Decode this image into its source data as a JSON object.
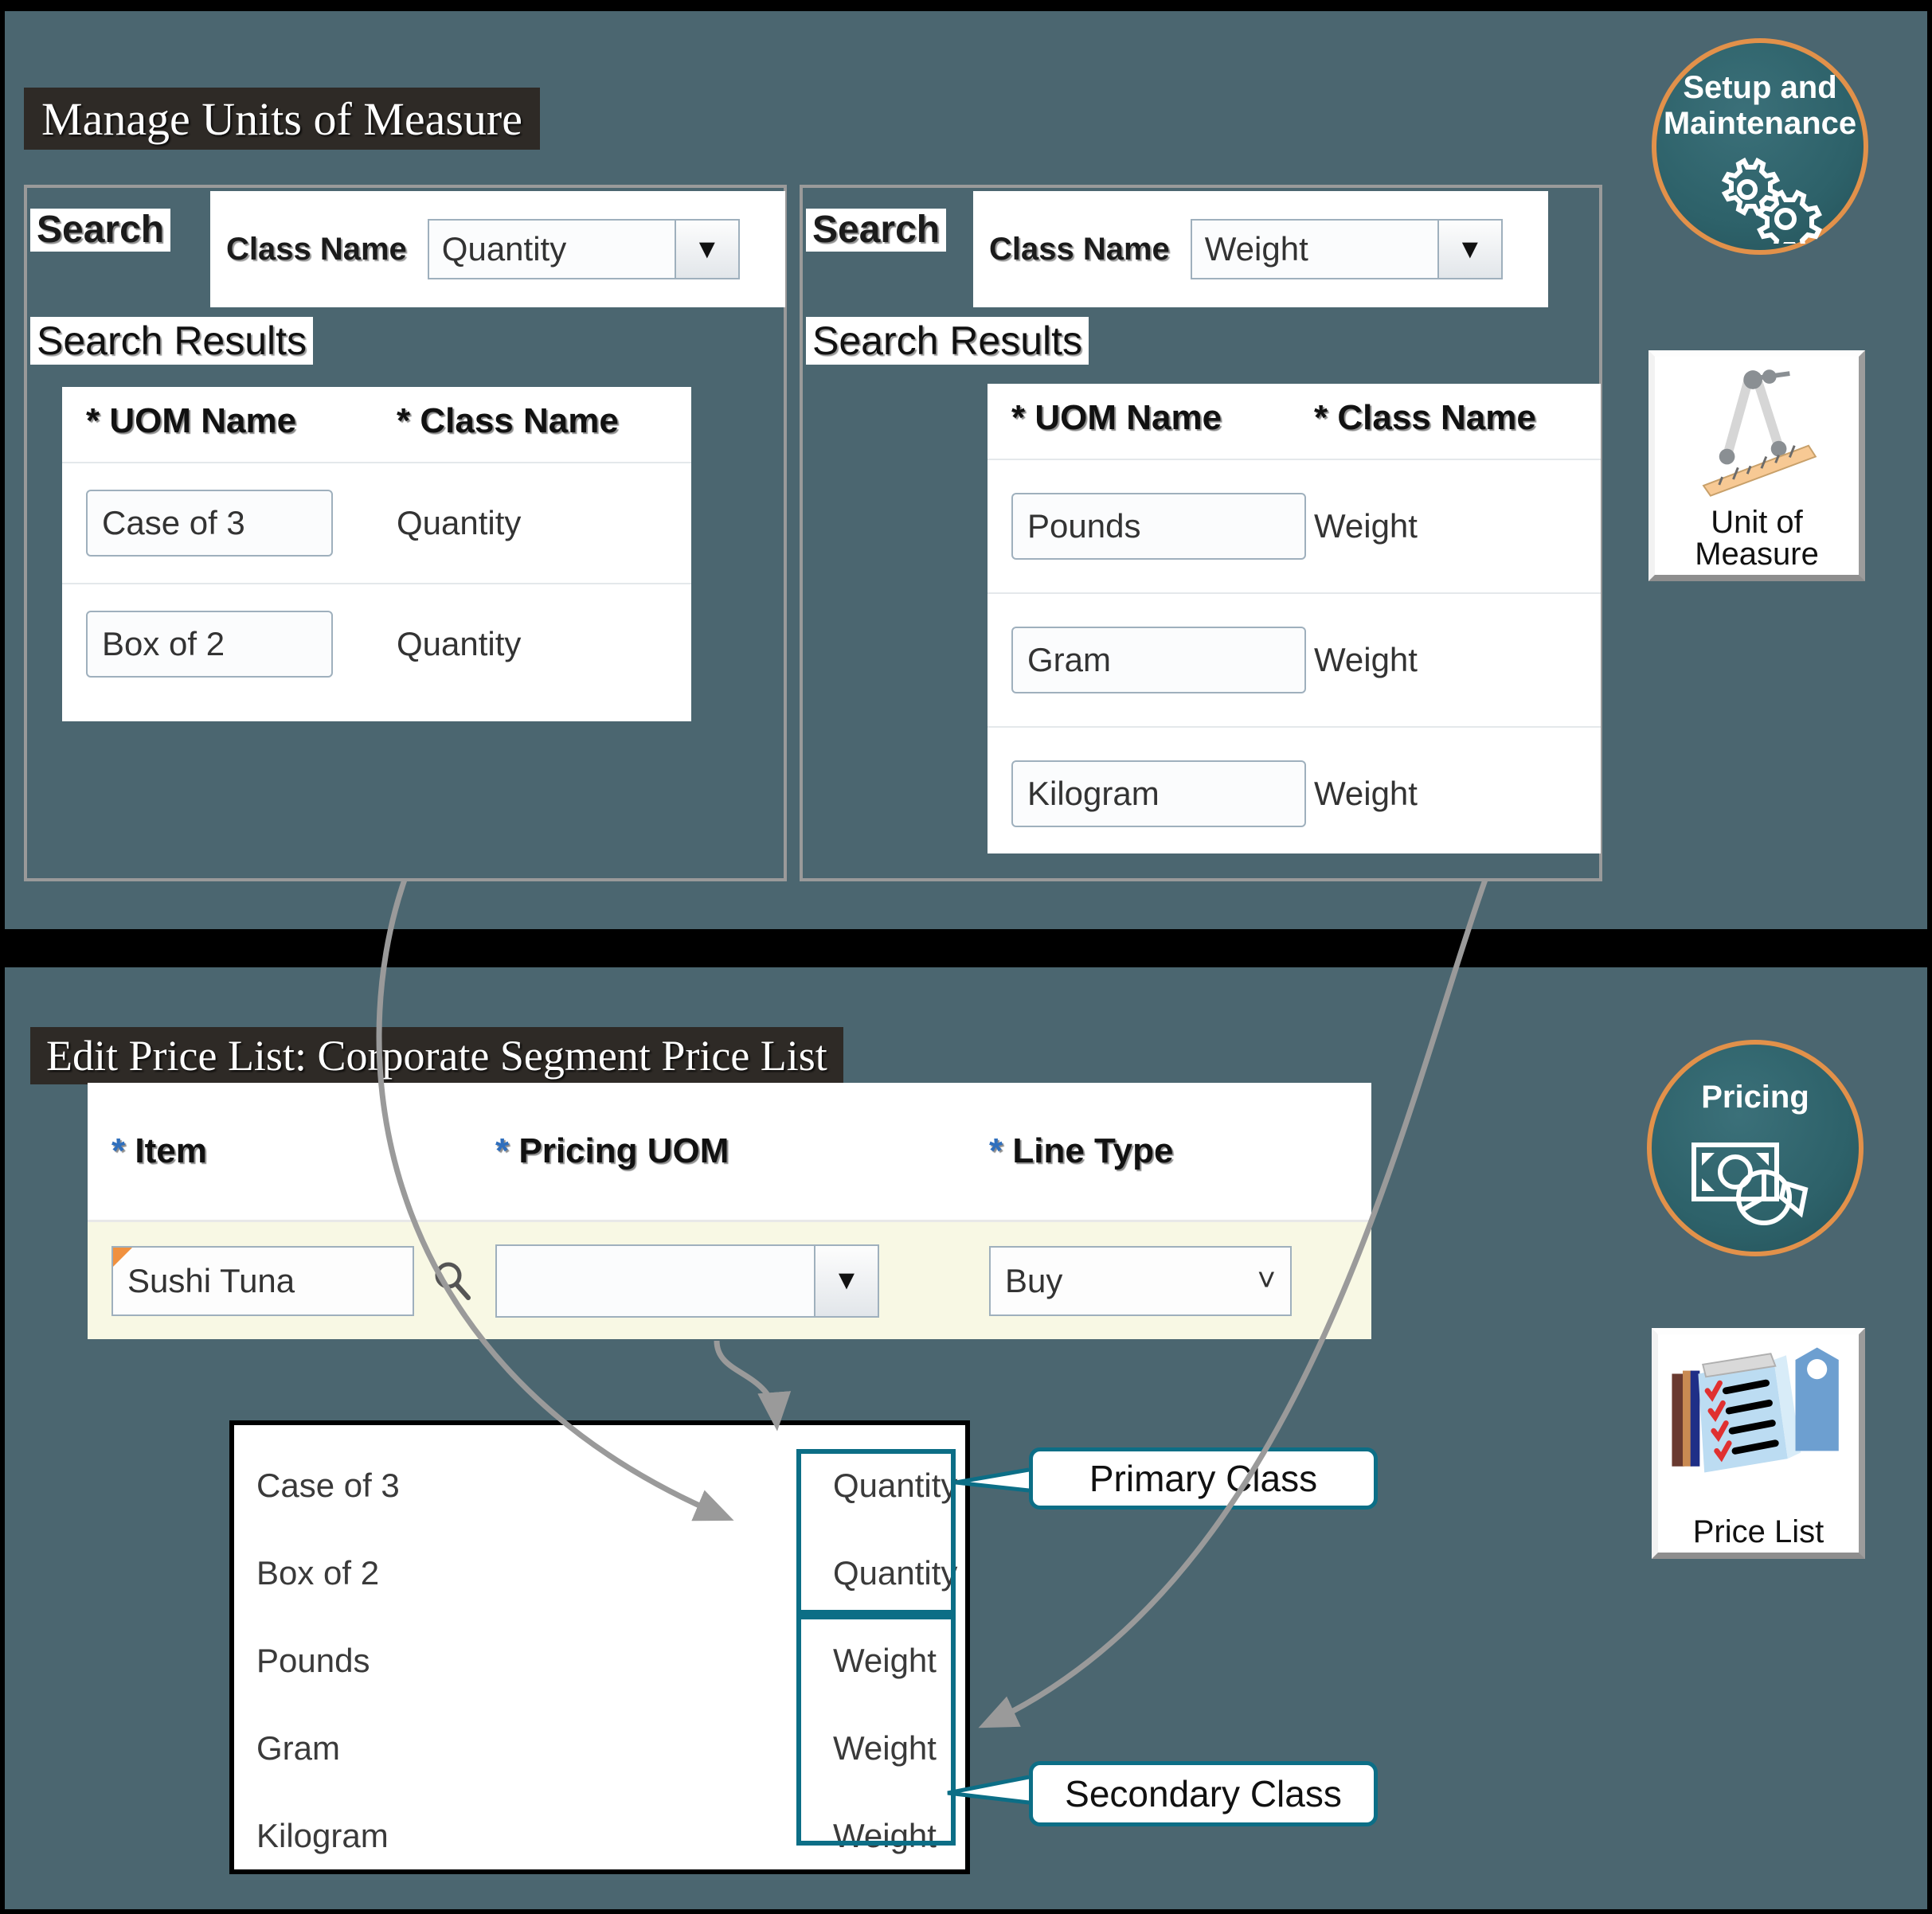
{
  "page": {
    "background_color": "#4b6670",
    "accent_orange": "#e2914a",
    "accent_teal": "#0c6e86",
    "required_asterisk_color": "#2f6fbd"
  },
  "uom_section": {
    "title": "Manage Units of Measure",
    "search_panels": [
      {
        "search_label": "Search",
        "field_label": "Class Name",
        "field_value": "Quantity",
        "dropdown_icon": "chevron-down-icon",
        "results_label": "Search Results",
        "columns": [
          "* UOM Name",
          "* Class Name"
        ],
        "column_required": [
          true,
          true
        ],
        "rows": [
          {
            "uom_name": "Case of 3",
            "class_name": "Quantity"
          },
          {
            "uom_name": "Box of 2",
            "class_name": "Quantity"
          }
        ]
      },
      {
        "search_label": "Search",
        "field_label": "Class Name",
        "field_value": "Weight",
        "dropdown_icon": "chevron-down-icon",
        "results_label": "Search Results",
        "columns": [
          "* UOM Name",
          "* Class Name"
        ],
        "column_required": [
          true,
          true
        ],
        "rows": [
          {
            "uom_name": "Pounds",
            "class_name": "Weight"
          },
          {
            "uom_name": "Gram",
            "class_name": "Weight"
          },
          {
            "uom_name": "Kilogram",
            "class_name": "Weight"
          }
        ]
      }
    ]
  },
  "price_section": {
    "title": "Edit Price List: Corporate Segment Price List",
    "columns": [
      "Item",
      "Pricing UOM",
      "Line Type"
    ],
    "row": {
      "item_value": "Sushi Tuna",
      "item_search_icon": "magnifier-icon",
      "pricing_uom_value": "",
      "pricing_uom_icon": "chevron-down-icon",
      "line_type_value": "Buy",
      "line_type_icon": "chevron-down-icon"
    },
    "dropdown_list": {
      "items": [
        {
          "name": "Case of 3",
          "class": "Quantity"
        },
        {
          "name": "Box of 2",
          "class": "Quantity"
        },
        {
          "name": "Pounds",
          "class": "Weight"
        },
        {
          "name": "Gram",
          "class": "Weight"
        },
        {
          "name": "Kilogram",
          "class": "Weight"
        }
      ]
    },
    "callouts": [
      {
        "label": "Primary Class"
      },
      {
        "label": "Secondary Class"
      }
    ]
  },
  "badges": [
    {
      "label_line1": "Setup and",
      "label_line2": "Maintenance",
      "icon": "gears-icon"
    },
    {
      "label_line1": "Pricing",
      "label_line2": "",
      "icon": "money-pie-chart-icon"
    }
  ],
  "square_icons": [
    {
      "label_line1": "Unit of",
      "label_line2": "Measure",
      "icon": "compass-ruler-icon"
    },
    {
      "label_line1": "Price List",
      "label_line2": "",
      "icon": "clipboard-tag-icon"
    }
  ]
}
